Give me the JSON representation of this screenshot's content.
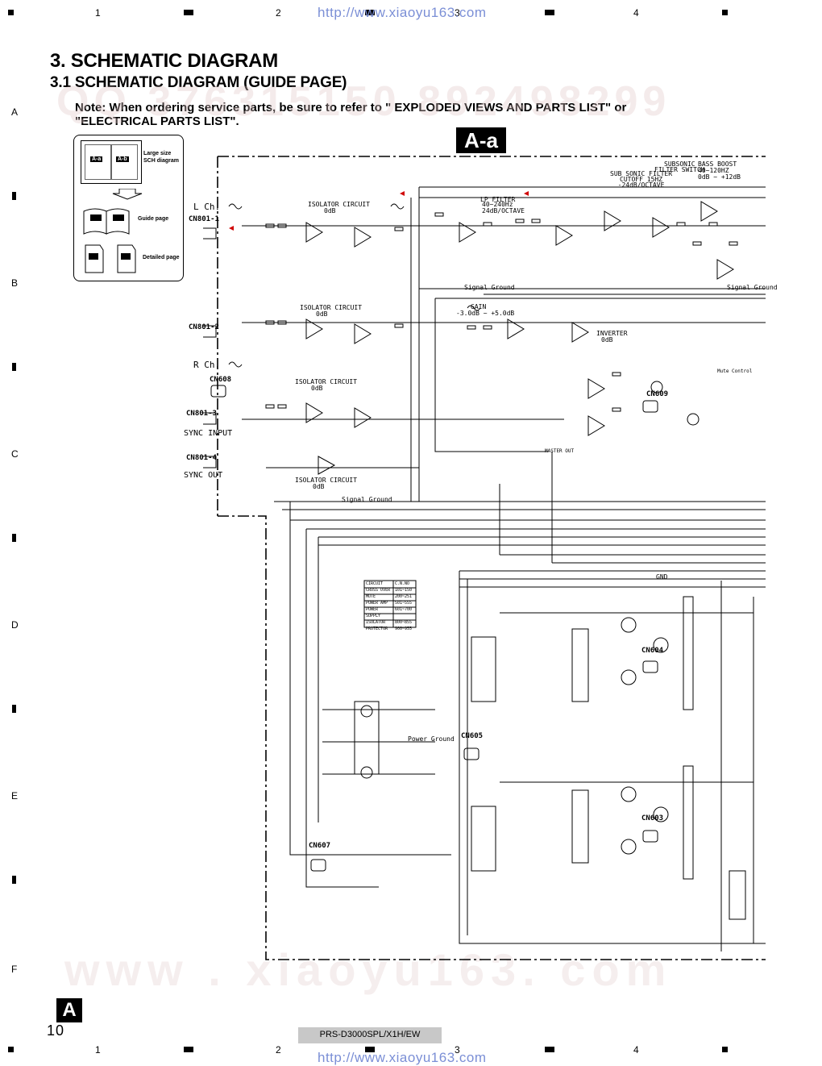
{
  "header": {
    "col_labels": [
      "1",
      "2",
      "3",
      "4"
    ],
    "url": "http://www.xiaoyu163.com"
  },
  "row_labels": [
    "A",
    "B",
    "C",
    "D",
    "E",
    "F"
  ],
  "title": "3. SCHEMATIC DIAGRAM",
  "subtitle": "3.1 SCHEMATIC DIAGRAM (GUIDE PAGE)",
  "note": {
    "line1": "Note: When ordering service parts, be sure to refer to \" EXPLODED VIEWS AND PARTS LIST\" or",
    "line2": "\"ELECTRICAL PARTS LIST\"."
  },
  "section_badge": "A-a",
  "guide_box": {
    "large_size_label": "Large size\nSCH diagram",
    "guide_page_label": "Guide page",
    "detailed_page_label": "Detailed page",
    "tile_a": "A-a",
    "tile_b": "A-b"
  },
  "schematic_labels": {
    "l_ch": "L Ch.",
    "r_ch": "R Ch.",
    "cn801_1": "CN801-1",
    "cn801_2": "CN801-2",
    "cn801_3": "CN801-3",
    "cn801_4": "CN801-4",
    "cn608": "CN608",
    "cn609": "CN609",
    "cn604": "CN604",
    "cn605": "CN605",
    "cn603": "CN603",
    "cn607": "CN607",
    "sync_input": "SYNC INPUT",
    "sync_out": "SYNC OUT",
    "isolator_circuit": "ISOLATOR CIRCUIT",
    "odb": "0dB",
    "lp_filter": "LP FILTER",
    "lp_filter_detail": "40~240Hz\n24dB/OCTAVE",
    "subsonic": "SUBSONIC\nFILTER SWITCH",
    "sub_sonic_filter": "SUB SONIC FILTER\nCUTOFF 15HZ\n-24dB/OCTAVE",
    "bass_boost": "BASS BOOST\n40~120HZ\n0dB ~ +12dB",
    "signal_ground": "Signal Ground",
    "gain": "GAIN",
    "gain_range": "-3.0dB ~ +5.0dB",
    "inverter": "INVERTER",
    "power_ground": "Power Ground",
    "master_out": "MASTER OUT",
    "mute_control": "Mute Control",
    "gnd": "GND"
  },
  "circuit_table": {
    "headers": [
      "CIRCUIT",
      "C.N.NO"
    ],
    "rows": [
      [
        "CROSS OVER",
        "101~150"
      ],
      [
        "MUTE",
        "200~251"
      ],
      [
        "POWER AMP",
        "501~555"
      ],
      [
        "POWER SUPPLY",
        "601~700"
      ],
      [
        "ISOLATOR",
        "800~855"
      ],
      [
        "PROTECTOR",
        "900~955"
      ]
    ]
  },
  "footer": {
    "badge": "A",
    "page_number": "10",
    "model": "PRS-D3000SPL/X1H/EW",
    "url": "http://www.xiaoyu163.com"
  }
}
